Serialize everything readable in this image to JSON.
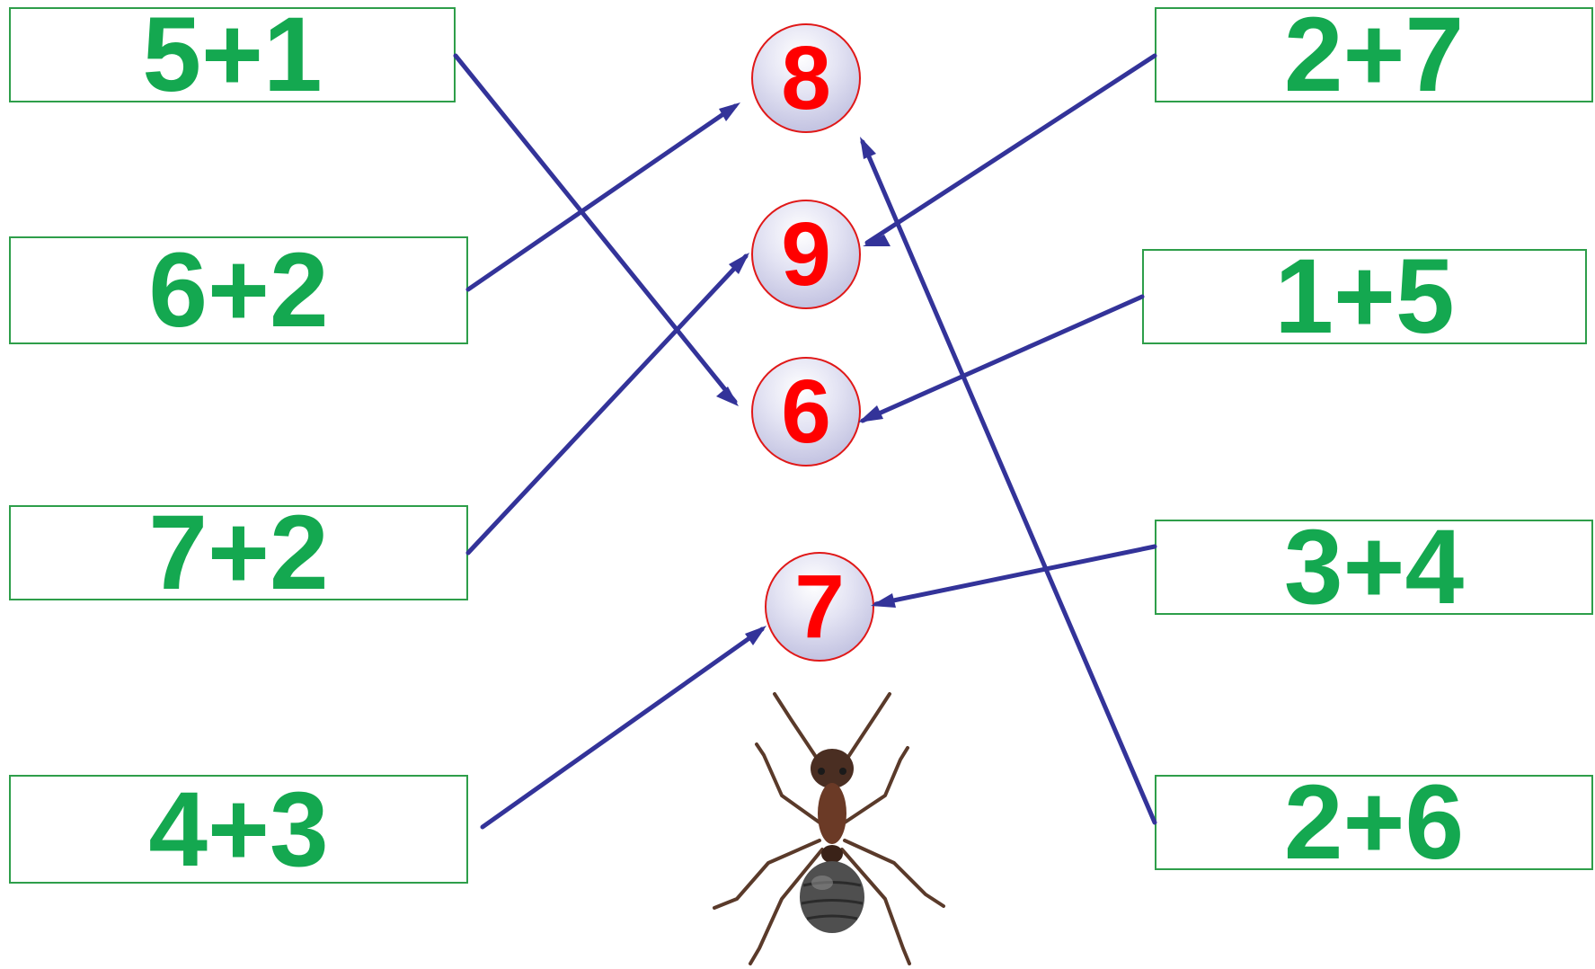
{
  "colors": {
    "expression_text": "#14a850",
    "box_border": "#2e9e4a",
    "answer_text": "#ff0000",
    "answer_border": "#e01818",
    "arrow": "#333399"
  },
  "left_expressions": [
    "5+1",
    "6+2",
    "7+2",
    "4+3"
  ],
  "right_expressions": [
    "2+7",
    "1+5",
    "3+4",
    "2+6"
  ],
  "answers": [
    "8",
    "9",
    "6",
    "7"
  ],
  "matches": [
    {
      "expression": "5+1",
      "answer": "6"
    },
    {
      "expression": "6+2",
      "answer": "8"
    },
    {
      "expression": "7+2",
      "answer": "9"
    },
    {
      "expression": "4+3",
      "answer": "7"
    },
    {
      "expression": "2+7",
      "answer": "9"
    },
    {
      "expression": "1+5",
      "answer": "6"
    },
    {
      "expression": "3+4",
      "answer": "7"
    },
    {
      "expression": "2+6",
      "answer": "8"
    }
  ],
  "illustration": "ant"
}
